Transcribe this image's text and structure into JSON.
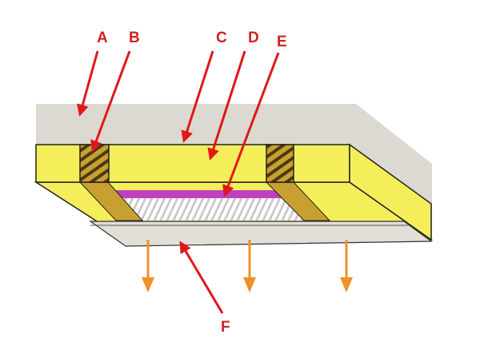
{
  "labels": {
    "a": "A",
    "b": "B",
    "c": "C",
    "d": "D",
    "e": "E",
    "f": "F"
  },
  "colors": {
    "slab": "#dcd8d2",
    "insulation": "#f4ee5a",
    "insulation_dark": "#e3d84a",
    "beam": "#8a7020",
    "membrane": "#c040c0",
    "arrow": "#e01818",
    "heat_arrow": "#f0902a",
    "board": "#e2ded8"
  }
}
